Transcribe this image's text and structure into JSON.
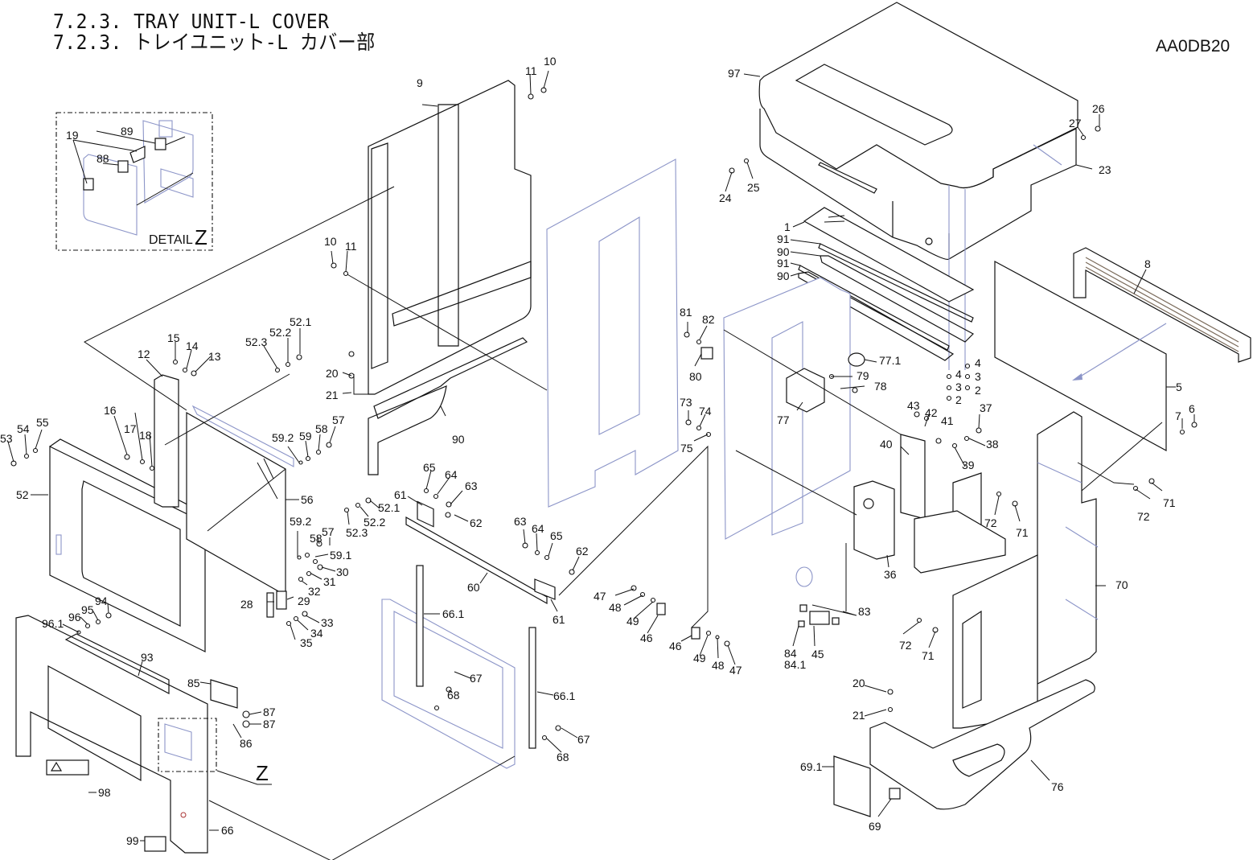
{
  "header": {
    "title_en": "7.2.3.  TRAY UNIT-L COVER",
    "title_ja": "7.2.3.  トレイユニット-L カバー部",
    "doc_code": "AA0DB20"
  },
  "detail": {
    "label": "DETAIL",
    "letter": "Z",
    "callout_letter": "Z"
  },
  "callouts": [
    {
      "id": "c97",
      "text": "97"
    },
    {
      "id": "c26",
      "text": "26"
    },
    {
      "id": "c27",
      "text": "27"
    },
    {
      "id": "c23",
      "text": "23"
    },
    {
      "id": "c24",
      "text": "24"
    },
    {
      "id": "c25",
      "text": "25"
    },
    {
      "id": "c1",
      "text": "1"
    },
    {
      "id": "c91a",
      "text": "91"
    },
    {
      "id": "c90a",
      "text": "90"
    },
    {
      "id": "c91b",
      "text": "91"
    },
    {
      "id": "c90b",
      "text": "90"
    },
    {
      "id": "c8",
      "text": "8"
    },
    {
      "id": "c4a",
      "text": "4"
    },
    {
      "id": "c4b",
      "text": "4"
    },
    {
      "id": "c3a",
      "text": "3"
    },
    {
      "id": "c3b",
      "text": "3"
    },
    {
      "id": "c2a",
      "text": "2"
    },
    {
      "id": "c2b",
      "text": "2"
    },
    {
      "id": "c5",
      "text": "5"
    },
    {
      "id": "c6",
      "text": "6"
    },
    {
      "id": "c7",
      "text": "7"
    },
    {
      "id": "c37",
      "text": "37"
    },
    {
      "id": "c38",
      "text": "38"
    },
    {
      "id": "c39",
      "text": "39"
    },
    {
      "id": "c40",
      "text": "40"
    },
    {
      "id": "c41",
      "text": "41"
    },
    {
      "id": "c42",
      "text": "42"
    },
    {
      "id": "c43",
      "text": "43"
    },
    {
      "id": "c36",
      "text": "36"
    },
    {
      "id": "c72a",
      "text": "72"
    },
    {
      "id": "c71a",
      "text": "71"
    },
    {
      "id": "c72b",
      "text": "72"
    },
    {
      "id": "c71b",
      "text": "71"
    },
    {
      "id": "c72c",
      "text": "72"
    },
    {
      "id": "c71c",
      "text": "71"
    },
    {
      "id": "c70",
      "text": "70"
    },
    {
      "id": "c83",
      "text": "83"
    },
    {
      "id": "c84",
      "text": "84"
    },
    {
      "id": "c841",
      "text": "84.1"
    },
    {
      "id": "c45",
      "text": "45"
    },
    {
      "id": "c20b",
      "text": "20"
    },
    {
      "id": "c21b",
      "text": "21"
    },
    {
      "id": "c691",
      "text": "69.1"
    },
    {
      "id": "c69",
      "text": "69"
    },
    {
      "id": "c76",
      "text": "76"
    },
    {
      "id": "c81",
      "text": "81"
    },
    {
      "id": "c82",
      "text": "82"
    },
    {
      "id": "c80",
      "text": "80"
    },
    {
      "id": "c771",
      "text": "77.1"
    },
    {
      "id": "c79",
      "text": "79"
    },
    {
      "id": "c78",
      "text": "78"
    },
    {
      "id": "c77",
      "text": "77"
    },
    {
      "id": "c73",
      "text": "73"
    },
    {
      "id": "c74",
      "text": "74"
    },
    {
      "id": "c75",
      "text": "75"
    },
    {
      "id": "c9",
      "text": "9"
    },
    {
      "id": "c10a",
      "text": "10"
    },
    {
      "id": "c11a",
      "text": "11"
    },
    {
      "id": "c10b",
      "text": "10"
    },
    {
      "id": "c11b",
      "text": "11"
    },
    {
      "id": "c20a",
      "text": "20"
    },
    {
      "id": "c21a",
      "text": "21"
    },
    {
      "id": "c19",
      "text": "19"
    },
    {
      "id": "c88",
      "text": "88"
    },
    {
      "id": "c89",
      "text": "89"
    },
    {
      "id": "c90d",
      "text": "90"
    },
    {
      "id": "c12",
      "text": "12"
    },
    {
      "id": "c15",
      "text": "15"
    },
    {
      "id": "c14",
      "text": "14"
    },
    {
      "id": "c13",
      "text": "13"
    },
    {
      "id": "c523a",
      "text": "52.3"
    },
    {
      "id": "c522a",
      "text": "52.2"
    },
    {
      "id": "c521a",
      "text": "52.1"
    },
    {
      "id": "c16",
      "text": "16"
    },
    {
      "id": "c17",
      "text": "17"
    },
    {
      "id": "c18",
      "text": "18"
    },
    {
      "id": "c53",
      "text": "53"
    },
    {
      "id": "c54",
      "text": "54"
    },
    {
      "id": "c55",
      "text": "55"
    },
    {
      "id": "c52",
      "text": "52"
    },
    {
      "id": "c592a",
      "text": "59.2"
    },
    {
      "id": "c59",
      "text": "59"
    },
    {
      "id": "c58a",
      "text": "58"
    },
    {
      "id": "c57a",
      "text": "57"
    },
    {
      "id": "c56",
      "text": "56"
    },
    {
      "id": "c592b",
      "text": "59.2"
    },
    {
      "id": "c58b",
      "text": "58"
    },
    {
      "id": "c57b",
      "text": "57"
    },
    {
      "id": "c591",
      "text": "59.1"
    },
    {
      "id": "c521b",
      "text": "52.1"
    },
    {
      "id": "c522b",
      "text": "52.2"
    },
    {
      "id": "c523b",
      "text": "52.3"
    },
    {
      "id": "c30",
      "text": "30"
    },
    {
      "id": "c31",
      "text": "31"
    },
    {
      "id": "c32",
      "text": "32"
    },
    {
      "id": "c28",
      "text": "28"
    },
    {
      "id": "c29",
      "text": "29"
    },
    {
      "id": "c33",
      "text": "33"
    },
    {
      "id": "c34",
      "text": "34"
    },
    {
      "id": "c35",
      "text": "35"
    },
    {
      "id": "c65a",
      "text": "65"
    },
    {
      "id": "c64a",
      "text": "64"
    },
    {
      "id": "c63a",
      "text": "63"
    },
    {
      "id": "c61a",
      "text": "61"
    },
    {
      "id": "c62a",
      "text": "62"
    },
    {
      "id": "c63b",
      "text": "63"
    },
    {
      "id": "c64b",
      "text": "64"
    },
    {
      "id": "c65b",
      "text": "65"
    },
    {
      "id": "c62b",
      "text": "62"
    },
    {
      "id": "c60",
      "text": "60"
    },
    {
      "id": "c61b",
      "text": "61"
    },
    {
      "id": "c47a",
      "text": "47"
    },
    {
      "id": "c48a",
      "text": "48"
    },
    {
      "id": "c49a",
      "text": "49"
    },
    {
      "id": "c46a",
      "text": "46"
    },
    {
      "id": "c46b",
      "text": "46"
    },
    {
      "id": "c49b",
      "text": "49"
    },
    {
      "id": "c48b",
      "text": "48"
    },
    {
      "id": "c47b",
      "text": "47"
    },
    {
      "id": "c661a",
      "text": "66.1"
    },
    {
      "id": "c661b",
      "text": "66.1"
    },
    {
      "id": "c67a",
      "text": "67"
    },
    {
      "id": "c68a",
      "text": "68"
    },
    {
      "id": "c67b",
      "text": "67"
    },
    {
      "id": "c68b",
      "text": "68"
    },
    {
      "id": "c94",
      "text": "94"
    },
    {
      "id": "c95",
      "text": "95"
    },
    {
      "id": "c96",
      "text": "96"
    },
    {
      "id": "c961",
      "text": "96.1"
    },
    {
      "id": "c93",
      "text": "93"
    },
    {
      "id": "c85",
      "text": "85"
    },
    {
      "id": "c87a",
      "text": "87"
    },
    {
      "id": "c87b",
      "text": "87"
    },
    {
      "id": "c86",
      "text": "86"
    },
    {
      "id": "c98",
      "text": "98"
    },
    {
      "id": "c99",
      "text": "99"
    },
    {
      "id": "c66",
      "text": "66"
    }
  ]
}
